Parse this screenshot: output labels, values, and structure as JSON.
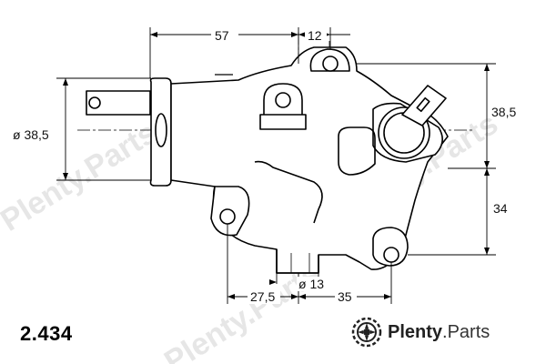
{
  "drawing": {
    "dimensions": {
      "top_left_width": "57",
      "top_right_width": "12",
      "left_diameter": "ø 38,5",
      "right_upper_height": "38,5",
      "right_lower_height": "34",
      "bottom_left_width": "27,5",
      "bottom_diameter": "ø 13",
      "bottom_right_width": "35"
    }
  },
  "part_number": "2.434",
  "brand": {
    "name_bold": "Plenty",
    "name_light": ".Parts",
    "watermark": "Plenty.Parts"
  },
  "colors": {
    "line": "#000000",
    "watermark": "#d9d9d9"
  },
  "icons": {
    "brand_logo": "gear-wheel-icon"
  }
}
